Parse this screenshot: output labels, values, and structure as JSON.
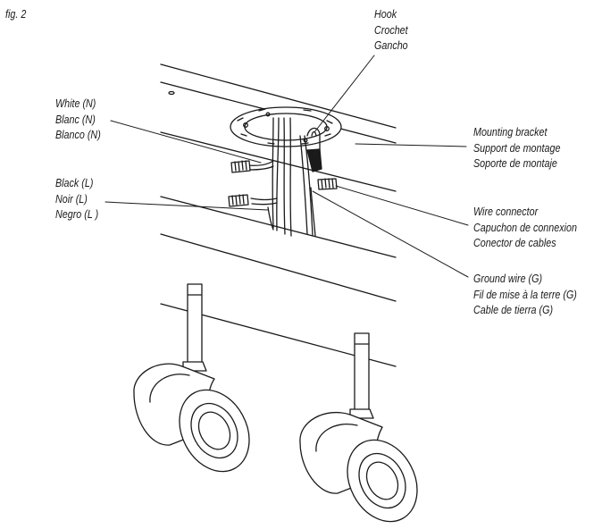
{
  "figure_label": "fig. 2",
  "labels": {
    "hook": [
      "Hook",
      "Crochet",
      "Gancho"
    ],
    "white": [
      "White (N)",
      "Blanc (N)",
      "Blanco (N)"
    ],
    "black": [
      "Black (L)",
      "Noir (L)",
      "Negro (L )"
    ],
    "mounting_bracket": [
      "Mounting bracket",
      "Support de montage",
      "Soporte de montaje"
    ],
    "wire_connector": [
      "Wire connector",
      "Capuchon de connexion",
      "Conector de cables"
    ],
    "ground_wire": [
      "Ground wire (G)",
      "Fil de mise à la terre (G)",
      "Cable de tierra (G)"
    ]
  },
  "colors": {
    "line": "#1a1a1a",
    "background": "#ffffff"
  }
}
